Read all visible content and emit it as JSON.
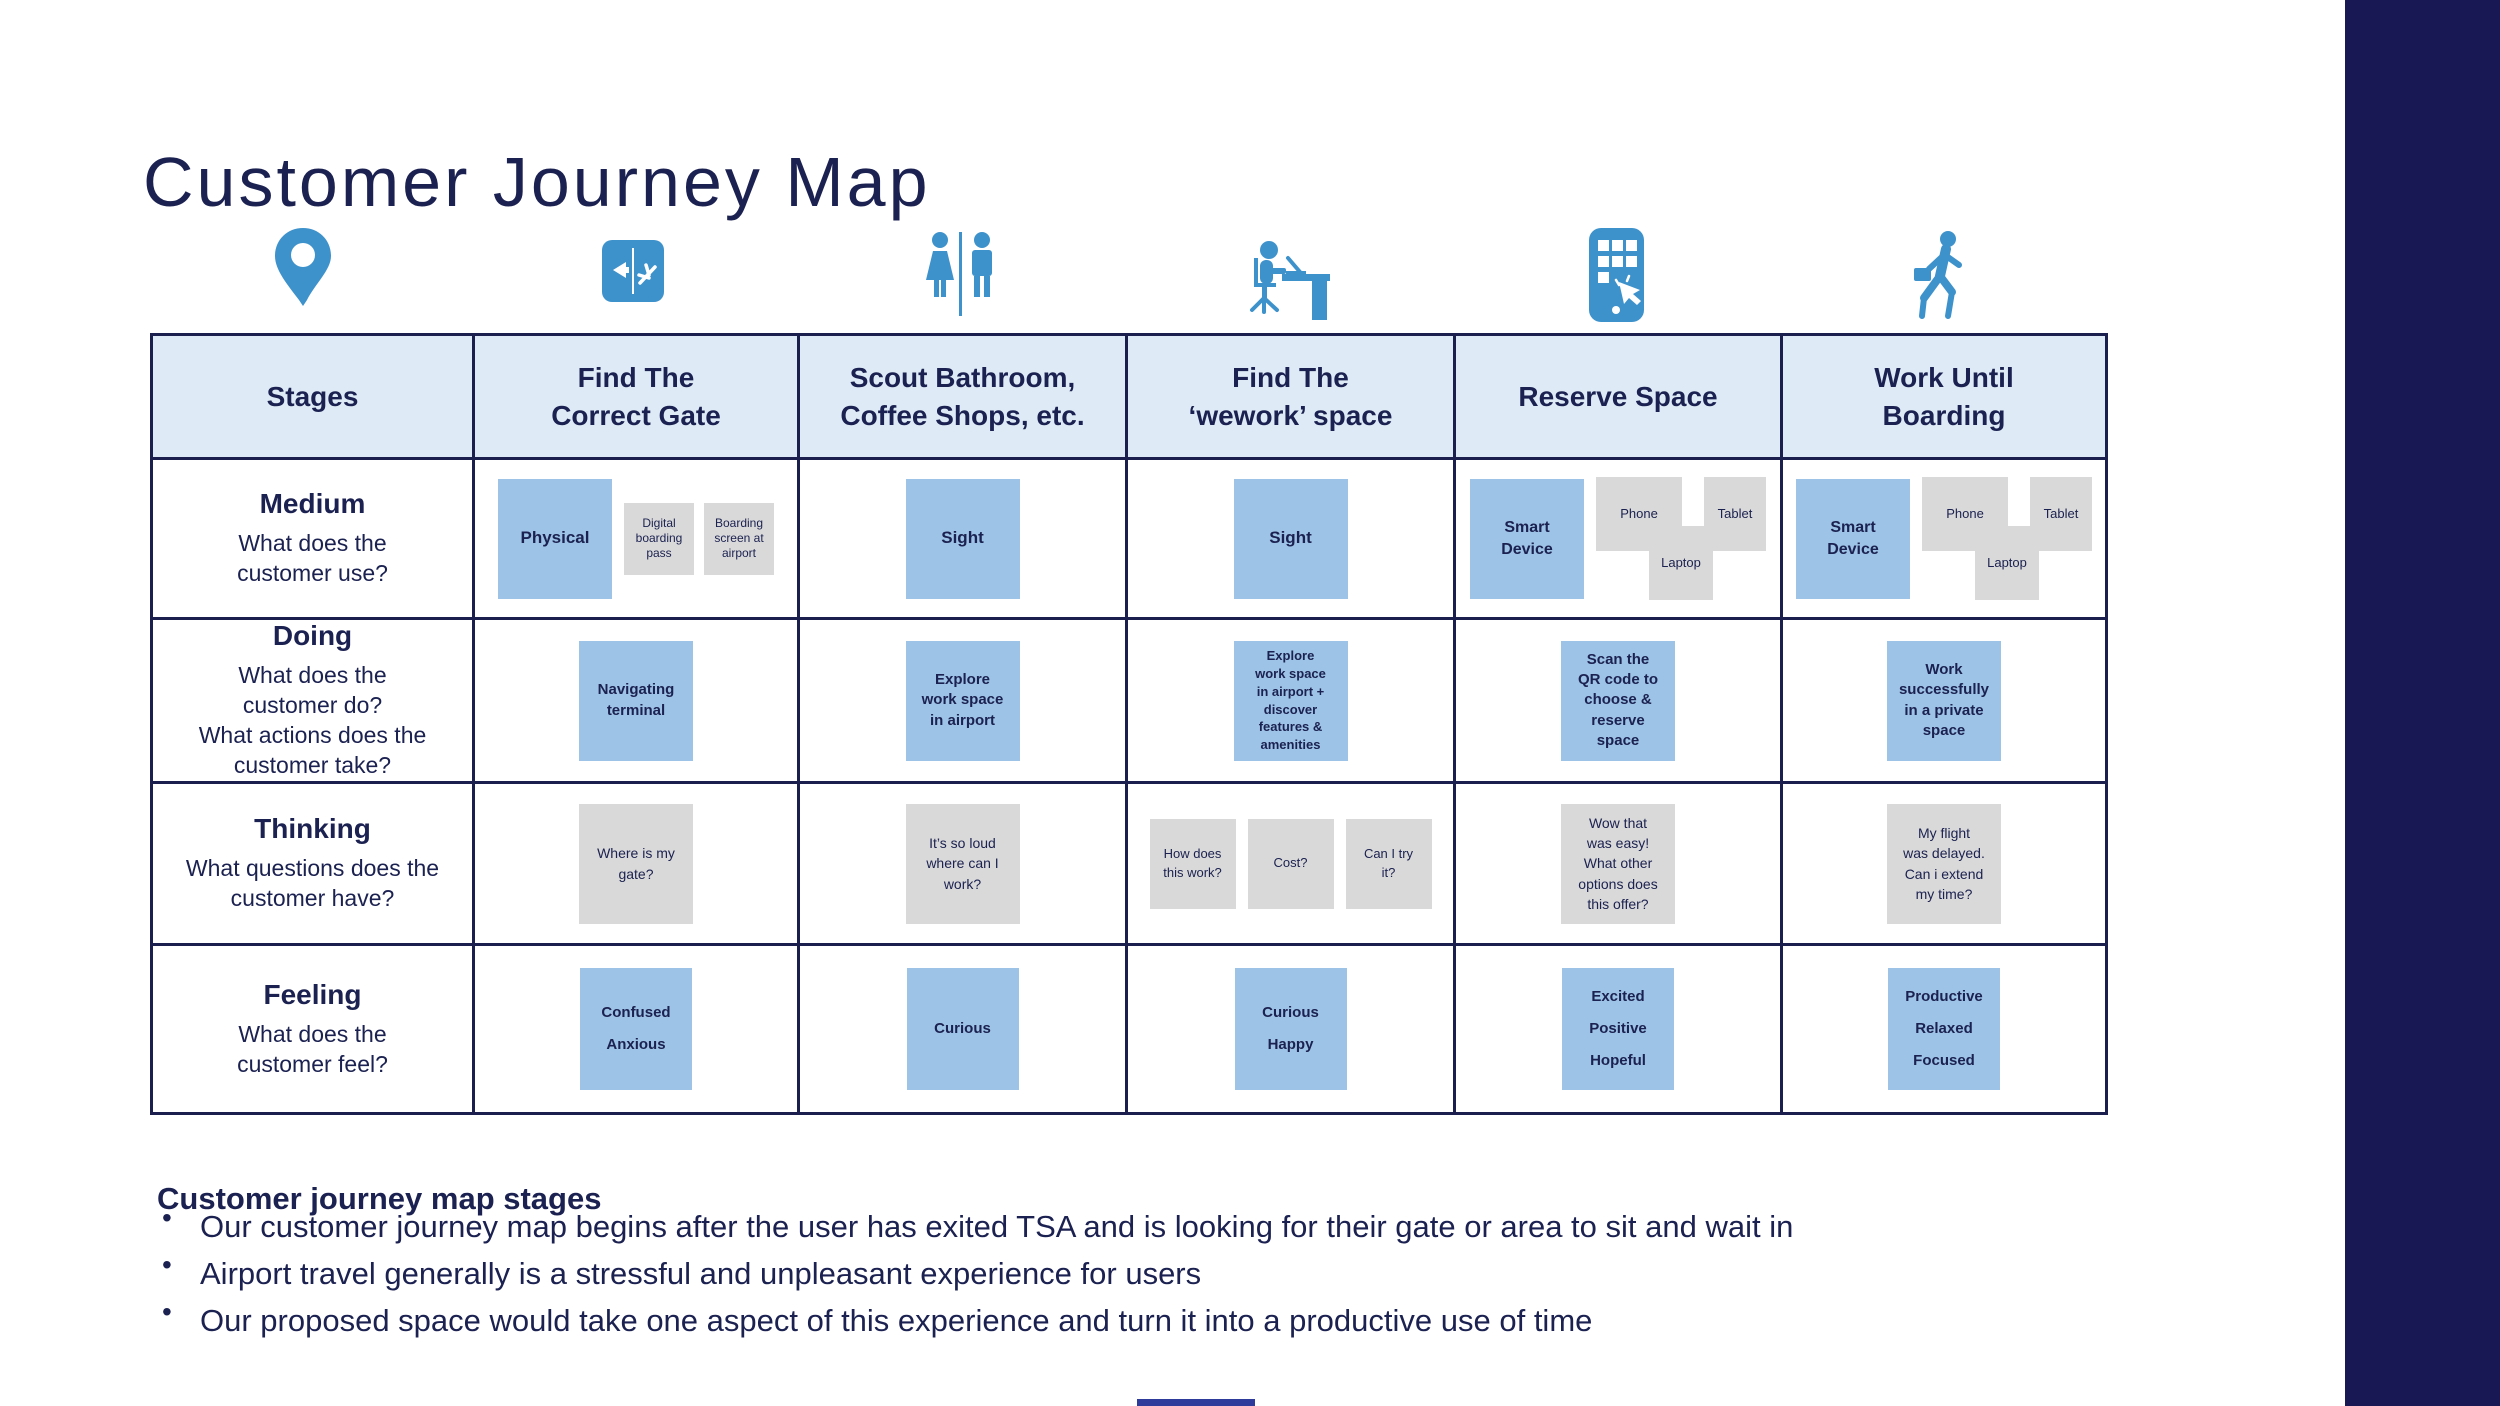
{
  "title": "Customer Journey Map",
  "colors": {
    "navy_text": "#1b2150",
    "table_border": "#1b1f4e",
    "header_bg": "#deebf6",
    "blue_note": "#9dc3e6",
    "gray_note": "#d9d9d9",
    "icon_blue": "#3e92cc",
    "right_bar": "#181855"
  },
  "icons": {
    "stages": "location-pin-icon",
    "find_gate": "gate-sign-icon",
    "scout": "restroom-icon",
    "wework": "person-at-desk-icon",
    "reserve": "smartphone-touch-icon",
    "work": "walking-traveler-icon"
  },
  "table": {
    "header": {
      "stages": "Stages",
      "find_gate": "Find The\nCorrect Gate",
      "scout": "Scout Bathroom,\nCoffee Shops, etc.",
      "wework": "Find The\n‘wework’ space",
      "reserve": "Reserve Space",
      "work": "Work Until\nBoarding"
    },
    "medium": {
      "label": "Medium",
      "question": "What does the\ncustomer use?",
      "find_gate": {
        "physical": "Physical",
        "digital_pass": "Digital\nboarding\npass",
        "boarding_screen": "Boarding\nscreen at\nairport"
      },
      "scout": "Sight",
      "wework": "Sight",
      "reserve": {
        "smart_device": "Smart\nDevice",
        "phone": "Phone",
        "tablet": "Tablet",
        "laptop": "Laptop"
      },
      "work": {
        "smart_device": "Smart\nDevice",
        "phone": "Phone",
        "tablet": "Tablet",
        "laptop": "Laptop"
      }
    },
    "doing": {
      "label": "Doing",
      "question": "What does the\ncustomer do?\nWhat actions does the\ncustomer take?",
      "find_gate": "Navigating\nterminal",
      "scout": "Explore\nwork space\nin airport",
      "wework": "Explore\nwork space\nin airport +\ndiscover\nfeatures &\namenities",
      "reserve": "Scan the\nQR code to\nchoose &\nreserve\nspace",
      "work": "Work\nsuccessfully\nin a private\nspace"
    },
    "thinking": {
      "label": "Thinking",
      "question": "What questions does the\ncustomer have?",
      "find_gate": "Where is my\ngate?",
      "scout": "It’s so loud\nwhere can I\nwork?",
      "wework": {
        "q1": "How does\nthis work?",
        "q2": "Cost?",
        "q3": "Can I try\nit?"
      },
      "reserve": "Wow that\nwas easy!\nWhat other\noptions does\nthis offer?",
      "work": "My flight\nwas delayed.\nCan i extend\nmy time?"
    },
    "feeling": {
      "label": "Feeling",
      "question": "What does the\ncustomer feel?",
      "find_gate": "Confused\nAnxious",
      "scout": "Curious",
      "wework": "Curious\nHappy",
      "reserve": "Excited\nPositive\nHopeful",
      "work": "Productive\nRelaxed\nFocused"
    }
  },
  "footer": {
    "heading": "Customer journey map stages",
    "bullets": [
      "Our customer journey map begins after the user has exited TSA and is looking for their gate or area to sit and wait in",
      "Airport travel generally is a stressful and unpleasant experience for users",
      "Our proposed space would take one aspect of this experience and turn it into a productive use of time"
    ]
  }
}
